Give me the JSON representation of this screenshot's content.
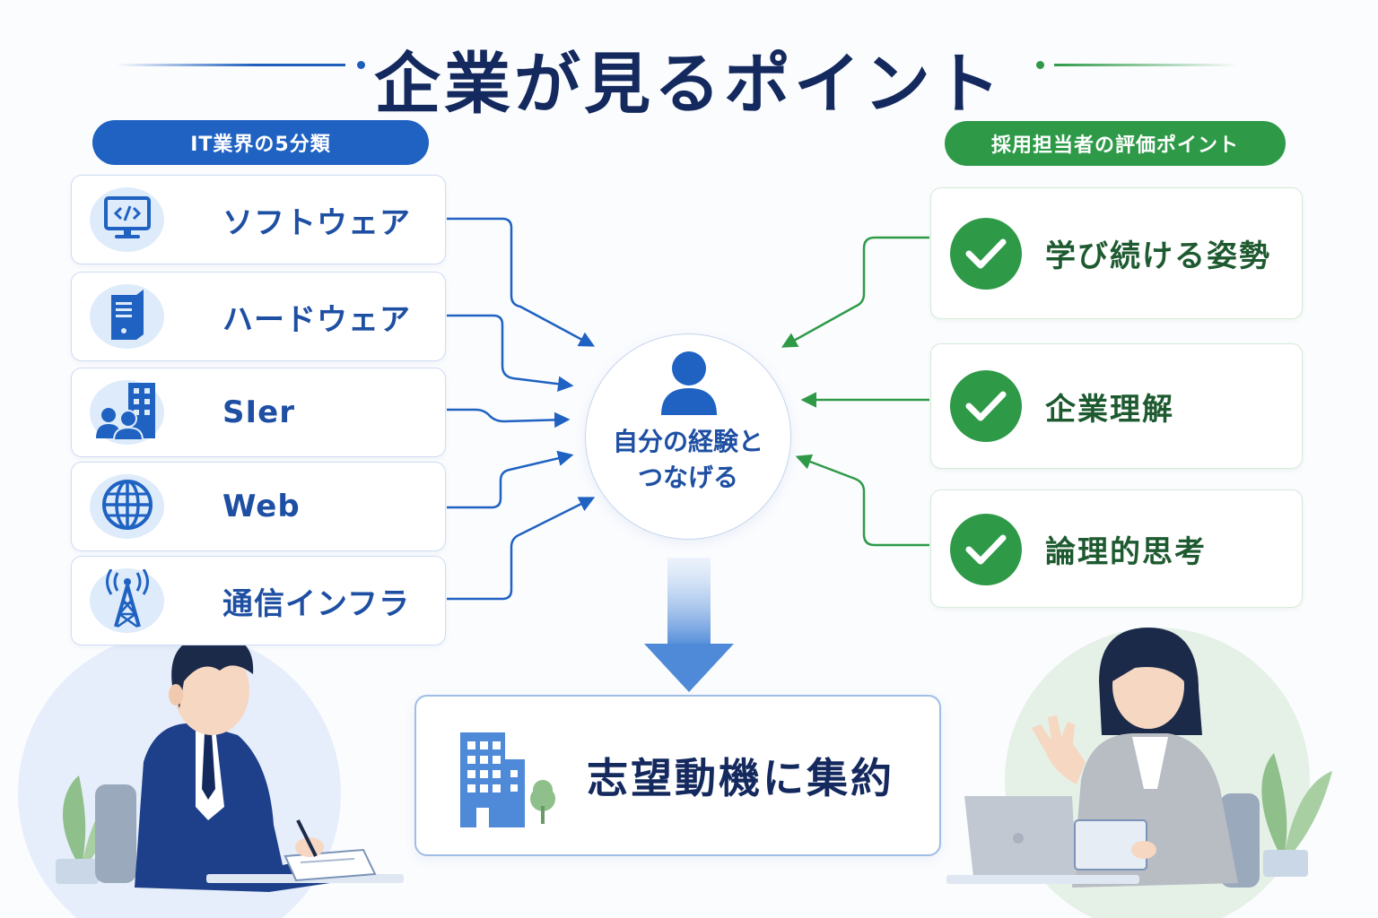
{
  "title": "企業が見るポイント",
  "colors": {
    "navy": "#14295e",
    "blue": "#1f62c2",
    "green": "#2e9a48"
  },
  "left_section": {
    "header": "IT業界の5分類",
    "items": [
      {
        "label": "ソフトウェア",
        "icon": "monitor-code-icon"
      },
      {
        "label": "ハードウェア",
        "icon": "server-icon"
      },
      {
        "label": "SIer",
        "icon": "people-building-icon"
      },
      {
        "label": "Web",
        "icon": "globe-icon"
      },
      {
        "label": "通信インフラ",
        "icon": "antenna-tower-icon"
      }
    ]
  },
  "right_section": {
    "header": "採用担当者の評価ポイント",
    "items": [
      {
        "label": "学び続ける姿勢",
        "icon": "check-icon"
      },
      {
        "label": "企業理解",
        "icon": "check-icon"
      },
      {
        "label": "論理的思考",
        "icon": "check-icon"
      }
    ]
  },
  "center": {
    "line1": "自分の経験と",
    "line2": "つなげる",
    "icon": "person-icon"
  },
  "result": {
    "label": "志望動機に集約",
    "icon": "building-tree-icon"
  }
}
